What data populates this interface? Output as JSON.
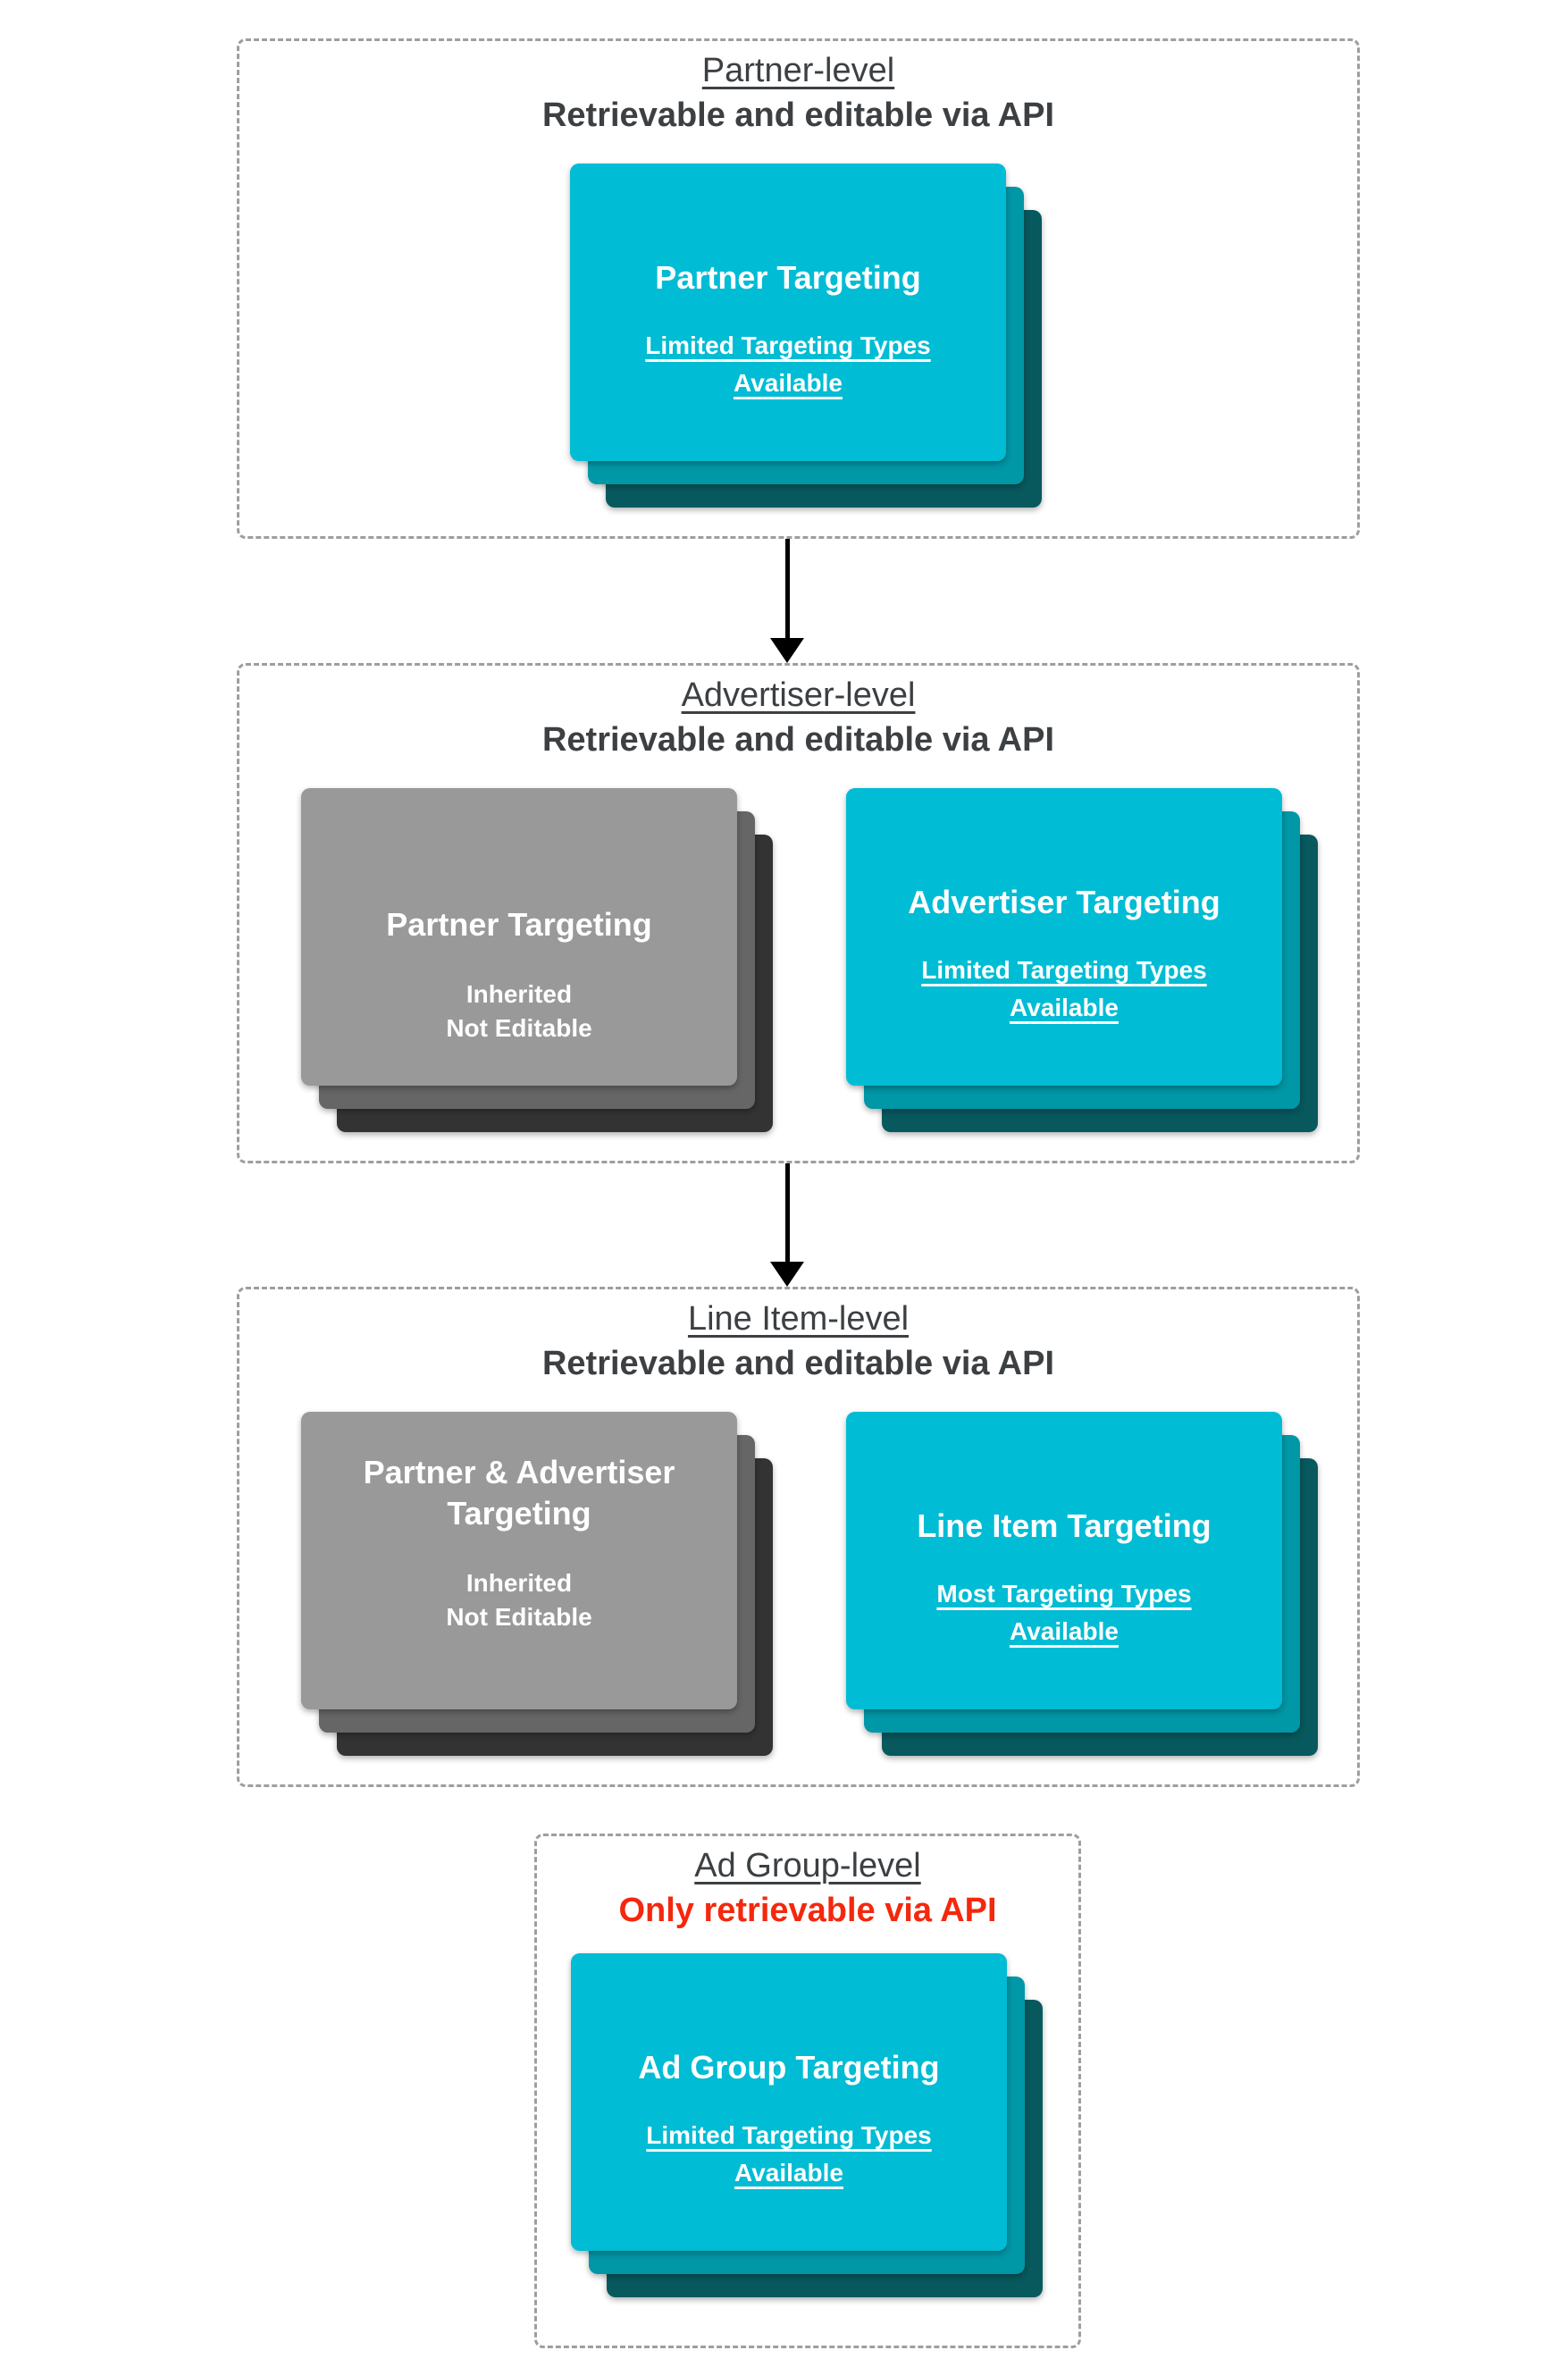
{
  "colors": {
    "teal": "#00BCD4",
    "tealMid": "#0097A7",
    "tealBack": "#07595E",
    "gray": "#999999",
    "grayMid": "#666666",
    "grayBack": "#333333",
    "heading": "#3C4043",
    "alert": "#F4280D",
    "border": "#9E9E9E"
  },
  "sections": [
    {
      "title": "Partner-level",
      "subtitle": "Retrievable and editable via API",
      "cards": [
        {
          "title": "Partner Targeting",
          "note": "Limited Targeting Types\nAvailable"
        }
      ]
    },
    {
      "title": "Advertiser-level",
      "subtitle": "Retrievable and editable via API",
      "cards": [
        {
          "title": "Partner Targeting",
          "note": "Inherited\nNot Editable"
        },
        {
          "title": "Advertiser Targeting",
          "note": "Limited Targeting Types\nAvailable"
        }
      ]
    },
    {
      "title": "Line Item-level",
      "subtitle": "Retrievable and editable via API",
      "cards": [
        {
          "title": "Partner & Advertiser\nTargeting",
          "note": "Inherited\nNot Editable"
        },
        {
          "title": "Line Item Targeting",
          "note": "Most Targeting Types\nAvailable"
        }
      ]
    },
    {
      "title": "Ad Group-level",
      "subtitle": "Only retrievable via API",
      "cards": [
        {
          "title": "Ad Group Targeting",
          "note": "Limited Targeting Types\nAvailable"
        }
      ]
    }
  ]
}
